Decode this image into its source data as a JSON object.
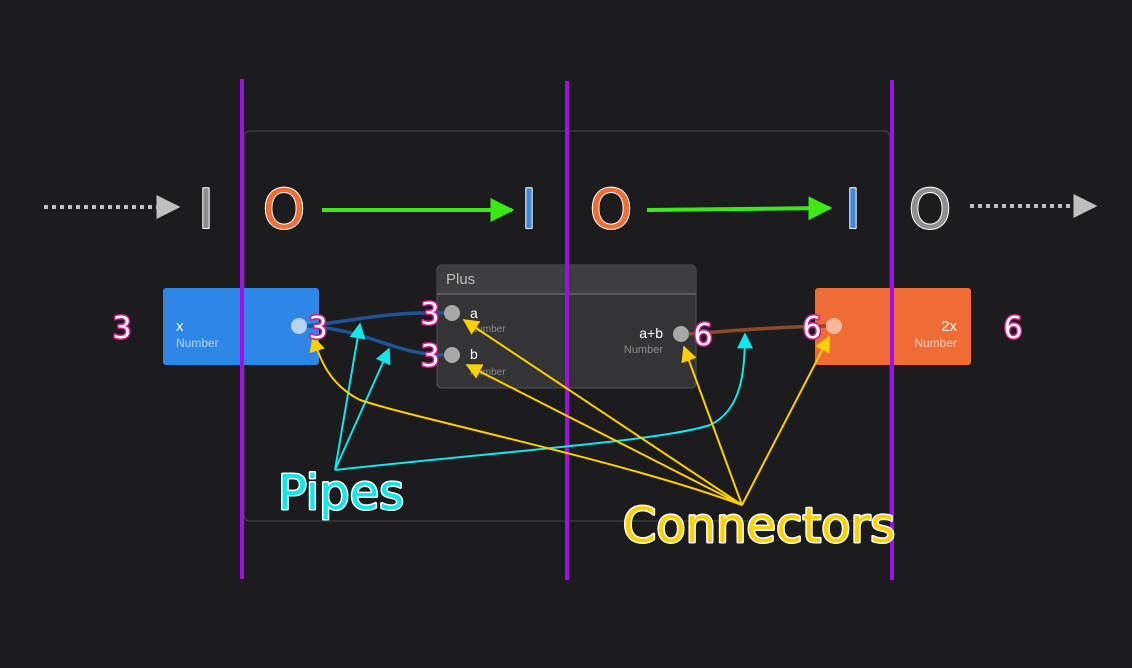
{
  "colors": {
    "background": "#1c1c1e",
    "divider": "#a20ee6",
    "input_node": "#2e86e6",
    "output_node": "#f06c35",
    "plus_node": "#343436",
    "value_text": "#ffffff",
    "value_outline": "#d8168a",
    "pipe_annotation": "#12e6ea",
    "connector_annotation": "#ffd000",
    "flow_arrow": "#3ee817",
    "dotted_arrow": "#bfbfbf",
    "pipe_blue": "#1f5494",
    "pipe_brown": "#8a4a2c",
    "letter_i_grey": "#8f8f8f",
    "letter_i_blue": "#3a88e0",
    "letter_o_orange": "#ee6e34",
    "letter_o_grey": "#8f8f8f"
  },
  "io_labels": [
    "I",
    "O",
    "I",
    "O",
    "I",
    "O"
  ],
  "nodes": {
    "input": {
      "label": "x",
      "type": "Number"
    },
    "plus": {
      "title": "Plus",
      "input_a_label": "a",
      "input_a_type": "Number",
      "input_b_label": "b",
      "input_b_type": "Number",
      "output_label": "a+b",
      "output_type": "Number"
    },
    "output": {
      "label": "2x",
      "type": "Number"
    }
  },
  "values": {
    "input_value": "3",
    "input_connector_value": "3",
    "plus_a_value": "3",
    "plus_b_value": "3",
    "plus_out_value": "6",
    "output_connector_value": "6",
    "output_value": "6"
  },
  "annotations": {
    "pipes": "Pipes",
    "connectors": "Connectors"
  }
}
